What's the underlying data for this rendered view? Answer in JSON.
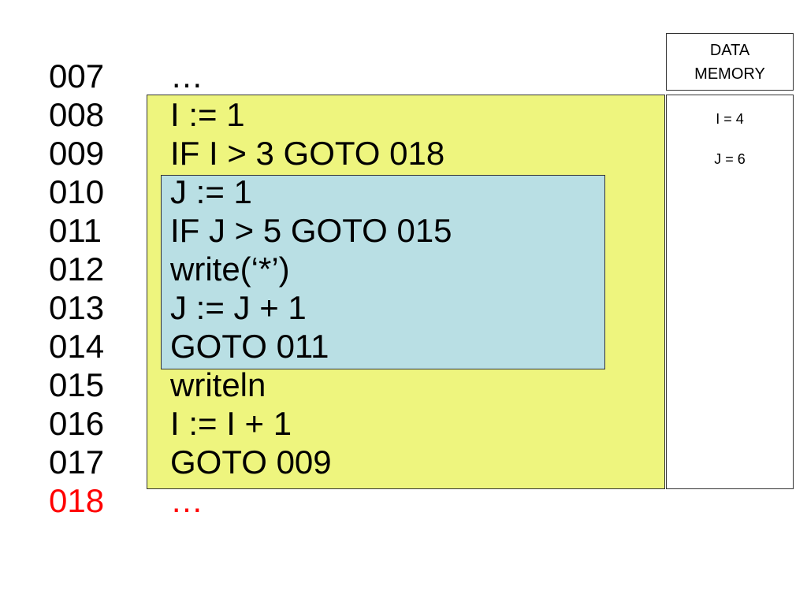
{
  "program": {
    "lines": [
      {
        "number": "007",
        "code": "…"
      },
      {
        "number": "008",
        "code": "I := 1"
      },
      {
        "number": "009",
        "code": "IF I > 3 GOTO 018"
      },
      {
        "number": "010",
        "code": "J := 1"
      },
      {
        "number": "011",
        "code": "IF J > 5 GOTO 015"
      },
      {
        "number": "012",
        "code": "write(‘*’)"
      },
      {
        "number": "013",
        "code": "J := J + 1"
      },
      {
        "number": "014",
        "code": "GOTO 011"
      },
      {
        "number": "015",
        "code": "writeln"
      },
      {
        "number": "016",
        "code": "I := I + 1"
      },
      {
        "number": "017",
        "code": "GOTO 009"
      },
      {
        "number": "018",
        "code": "…"
      }
    ],
    "current_line": "018",
    "highlight_color": "#ff0000"
  },
  "colors": {
    "outer_loop": "#eef57e",
    "inner_loop": "#b9dfe4"
  },
  "data_memory": {
    "title_line1": "DATA",
    "title_line2": "MEMORY",
    "values": [
      "I = 4",
      "J = 6"
    ]
  }
}
